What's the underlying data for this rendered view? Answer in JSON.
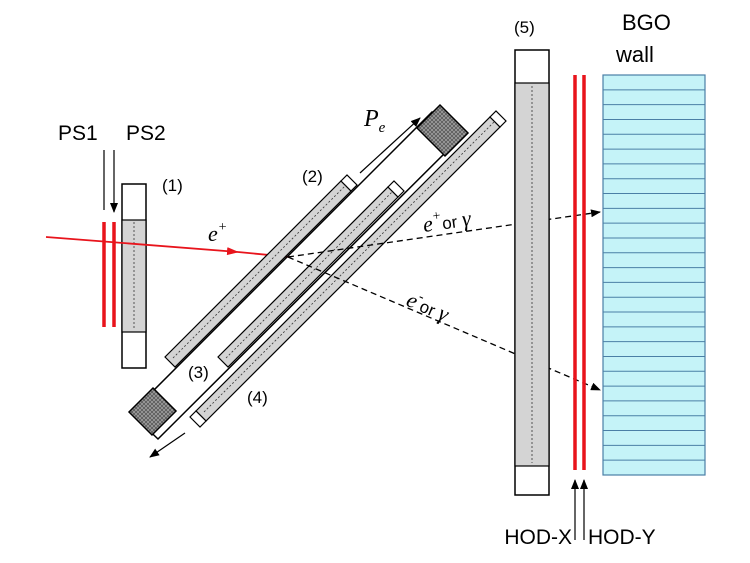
{
  "labels": {
    "ps1": "PS1",
    "ps2": "PS2",
    "n1": "(1)",
    "n2": "(2)",
    "n3": "(3)",
    "n4": "(4)",
    "n5": "(5)",
    "pe_main": "P",
    "pe_sub": "e",
    "eplus_main": "e",
    "eplus_sup": "+",
    "out_top_particle": "e",
    "out_top_sup": "+",
    "out_top_or": "or",
    "out_top_gamma": "γ",
    "out_bot_particle": "e",
    "out_bot_sup": "-",
    "out_bot_or": "or",
    "out_bot_gamma": "γ",
    "bgo_line1": "BGO",
    "bgo_line2": "wall",
    "hodx": "HOD-X",
    "hody": "HOD-Y"
  },
  "colors": {
    "beam": "#e8141c",
    "counter": "#e8141c",
    "bgo_fill": "#c5f3f8",
    "bgo_line": "#4a7fa6",
    "bgo_row_accent": "#5fe8f5",
    "hodo_fill": "#d4d4d4",
    "magnet_fill": "#8a8a8a"
  }
}
